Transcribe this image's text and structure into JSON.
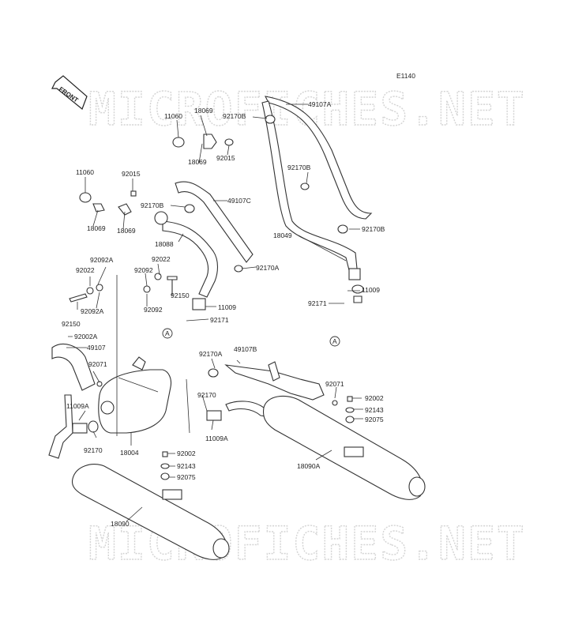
{
  "diagram_code": "E1140",
  "front_label": "FRONT",
  "watermark": "MICROFICHES.NET",
  "ref_mark": "A",
  "labels": [
    {
      "id": "l1",
      "text": "11060"
    },
    {
      "id": "l2",
      "text": "18069"
    },
    {
      "id": "l3",
      "text": "92170B"
    },
    {
      "id": "l4",
      "text": "49107A"
    },
    {
      "id": "l5",
      "text": "18069"
    },
    {
      "id": "l6",
      "text": "92015"
    },
    {
      "id": "l7",
      "text": "11060"
    },
    {
      "id": "l8",
      "text": "92015"
    },
    {
      "id": "l9",
      "text": "92170B"
    },
    {
      "id": "l10",
      "text": "49107C"
    },
    {
      "id": "l11",
      "text": "18069"
    },
    {
      "id": "l12",
      "text": "18069"
    },
    {
      "id": "l13",
      "text": "92170B"
    },
    {
      "id": "l14",
      "text": "18088"
    },
    {
      "id": "l15",
      "text": "18049"
    },
    {
      "id": "l16",
      "text": "92170B"
    },
    {
      "id": "l17",
      "text": "92092A"
    },
    {
      "id": "l18",
      "text": "92022"
    },
    {
      "id": "l19",
      "text": "92022"
    },
    {
      "id": "l20",
      "text": "92092"
    },
    {
      "id": "l21",
      "text": "92170A"
    },
    {
      "id": "l22",
      "text": "92092A"
    },
    {
      "id": "l23",
      "text": "92150"
    },
    {
      "id": "l24",
      "text": "92092"
    },
    {
      "id": "l25",
      "text": "92150"
    },
    {
      "id": "l26",
      "text": "11009"
    },
    {
      "id": "l27",
      "text": "92171"
    },
    {
      "id": "l28",
      "text": "11009"
    },
    {
      "id": "l29",
      "text": "92171"
    },
    {
      "id": "l30",
      "text": "92002A"
    },
    {
      "id": "l31",
      "text": "49107"
    },
    {
      "id": "l32",
      "text": "92170A"
    },
    {
      "id": "l33",
      "text": "49107B"
    },
    {
      "id": "l34",
      "text": "92071"
    },
    {
      "id": "l35",
      "text": "92071"
    },
    {
      "id": "l36",
      "text": "92170"
    },
    {
      "id": "l37",
      "text": "92002"
    },
    {
      "id": "l38",
      "text": "11009A"
    },
    {
      "id": "l39",
      "text": "92143"
    },
    {
      "id": "l40",
      "text": "92075"
    },
    {
      "id": "l41",
      "text": "11009A"
    },
    {
      "id": "l42",
      "text": "92170"
    },
    {
      "id": "l43",
      "text": "18004"
    },
    {
      "id": "l44",
      "text": "18090A"
    },
    {
      "id": "l45",
      "text": "92002"
    },
    {
      "id": "l46",
      "text": "92143"
    },
    {
      "id": "l47",
      "text": "92075"
    },
    {
      "id": "l48",
      "text": "18090"
    }
  ]
}
